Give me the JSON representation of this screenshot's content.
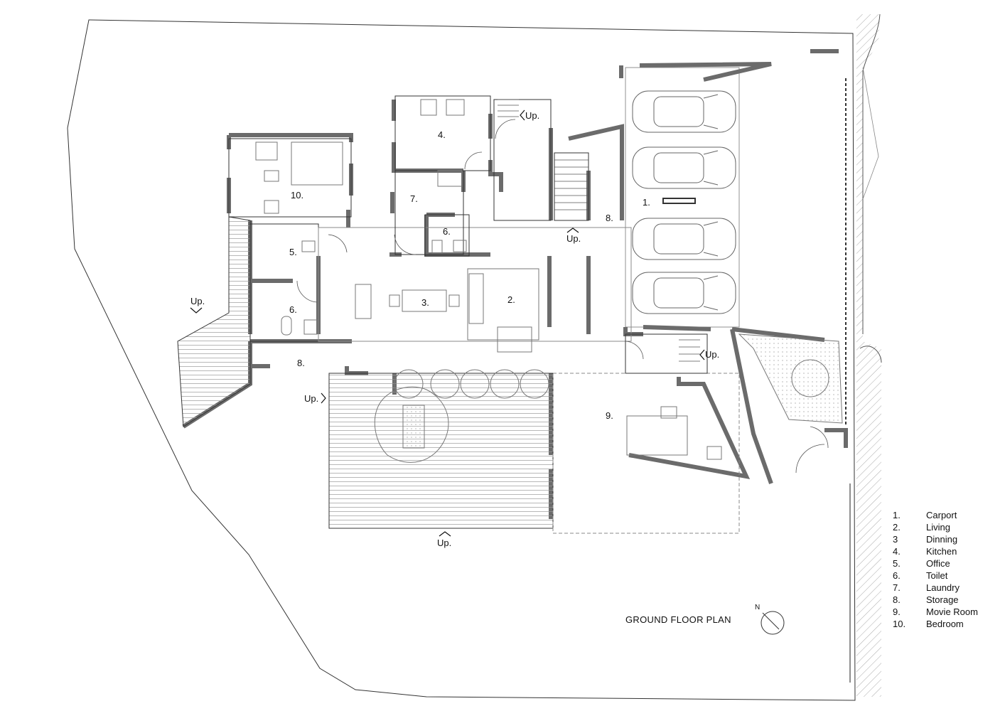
{
  "plan_title": "GROUND FLOOR PLAN",
  "north_label": "N",
  "stair_label": "Up.",
  "room_tags": {
    "carport": "1.",
    "living": "2.",
    "dining": "3.",
    "kitchen": "4.",
    "office": "5.",
    "toilet": "6.",
    "laundry": "7.",
    "storage": "8.",
    "movie_room": "9.",
    "bedroom": "10."
  },
  "legend": [
    {
      "num": "1.",
      "name": "Carport"
    },
    {
      "num": "2.",
      "name": "Living"
    },
    {
      "num": "3",
      "name": "Dinning"
    },
    {
      "num": "4.",
      "name": "Kitchen"
    },
    {
      "num": "5.",
      "name": "Office"
    },
    {
      "num": "6.",
      "name": "Toilet"
    },
    {
      "num": "7.",
      "name": "Laundry"
    },
    {
      "num": "8.",
      "name": "Storage"
    },
    {
      "num": "9.",
      "name": "Movie Room"
    },
    {
      "num": "10.",
      "name": "Bedroom"
    }
  ],
  "colors": {
    "wall": "#6b6b6b",
    "line": "#333333",
    "light": "#9a9a9a"
  }
}
